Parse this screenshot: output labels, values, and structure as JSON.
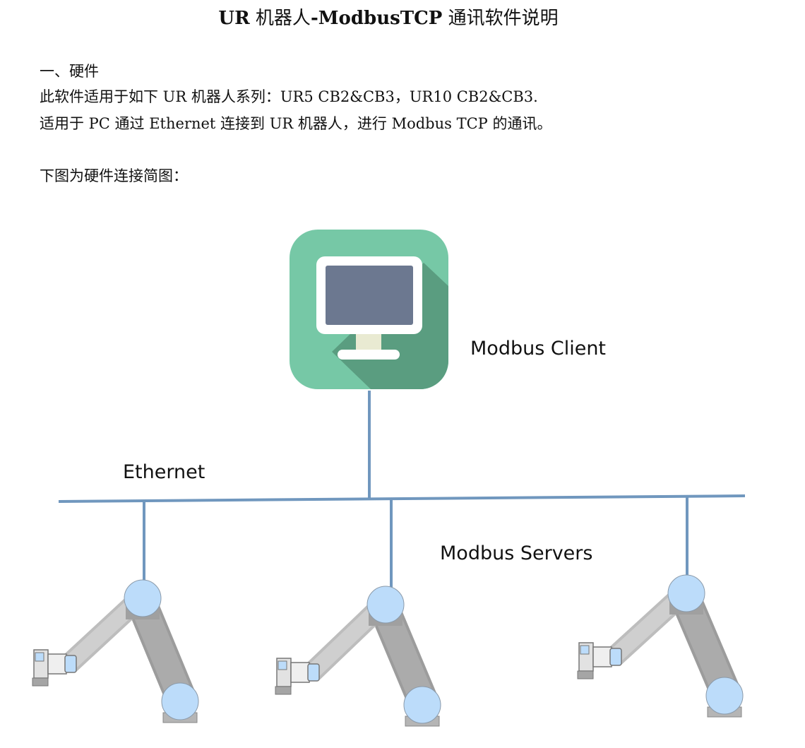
{
  "document": {
    "title_part1": "UR",
    "title_part2": " 机器人",
    "title_part3": "-ModbusTCP",
    "title_part4": " 通讯软件说明",
    "section_heading": "一、硬件",
    "line1": "此软件适用于如下 UR 机器人系列：UR5 CB2&CB3，UR10 CB2&CB3.",
    "line2": "适用于 PC 通过 Ethernet 连接到 UR 机器人，进行 Modbus TCP 的通讯。",
    "diagram_caption": "下图为硬件连接简图："
  },
  "diagram": {
    "client_label": "Modbus Client",
    "network_label": "Ethernet",
    "servers_label": "Modbus Servers",
    "client_icon": "desktop-computer-icon",
    "server_icon": "robot-arm-icon",
    "colors": {
      "tile": "#76c8a6",
      "tile_shadow": "#5a9d80",
      "screen": "#6c7890",
      "line": "#7097be",
      "joint": "#bcdcfa",
      "arm": "#a8a8a8"
    }
  }
}
